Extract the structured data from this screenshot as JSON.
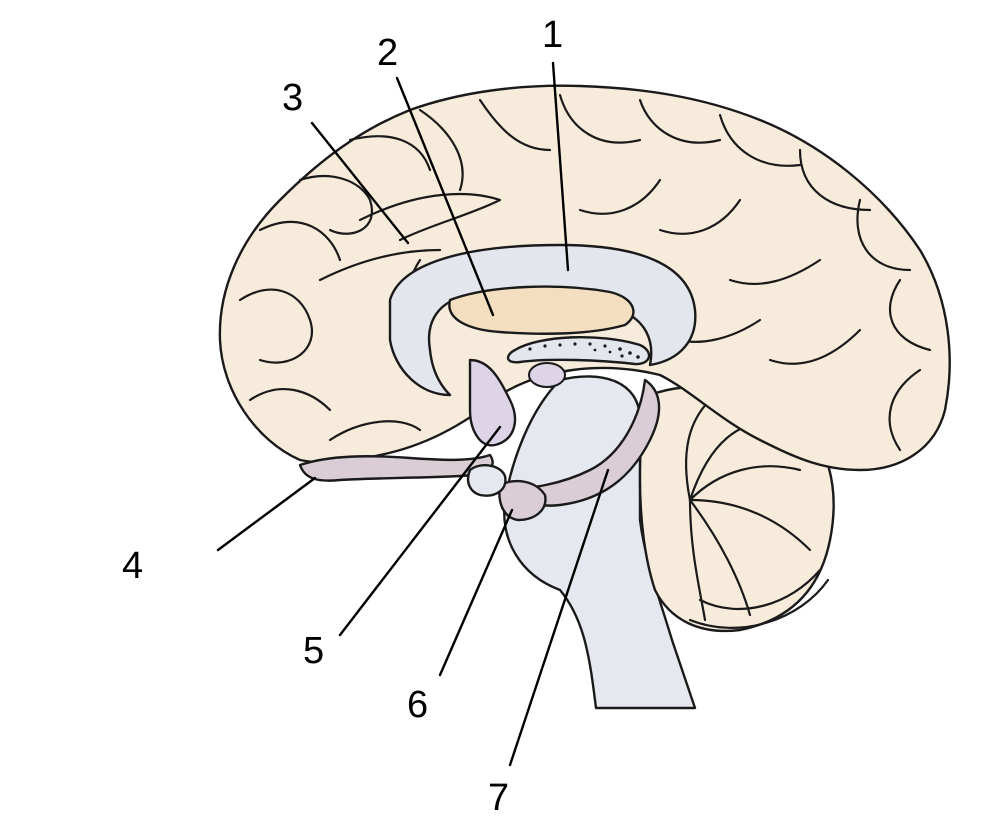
{
  "colors": {
    "cortex": "#f7ecdc",
    "ventricle_lining": "#e4e6ee",
    "thalamus": "#f3dfc0",
    "hypothalamus": "#ddd4e8",
    "fornix_tract": "#dacdd5",
    "brainstem": "#e6e8ef",
    "outline": "#1a1a1a",
    "label": "#000000"
  },
  "labels": [
    {
      "id": "1",
      "text": "1"
    },
    {
      "id": "2",
      "text": "2"
    },
    {
      "id": "3",
      "text": "3"
    },
    {
      "id": "4",
      "text": "4"
    },
    {
      "id": "5",
      "text": "5"
    },
    {
      "id": "6",
      "text": "6"
    },
    {
      "id": "7",
      "text": "7"
    }
  ]
}
